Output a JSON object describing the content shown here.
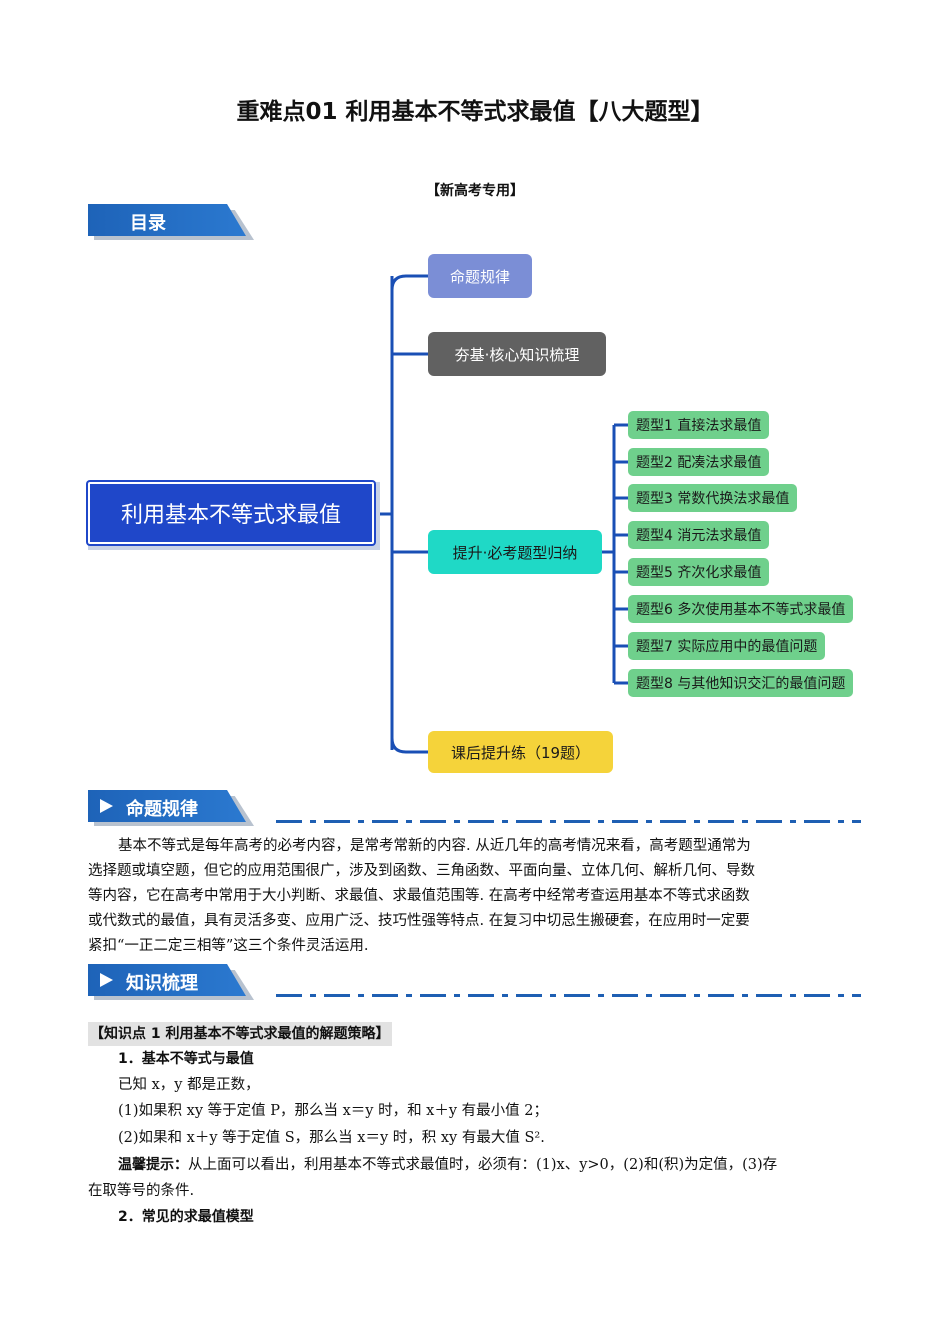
{
  "title": "重难点01 利用基本不等式求最值【八大题型】",
  "subtitle": "【新高考专用】",
  "toc_banner": "目录",
  "mindmap": {
    "root": "利用基本不等式求最值",
    "branches": [
      {
        "label": "命题规律",
        "color": "#7b8ed6"
      },
      {
        "label": "夯基·核心知识梳理",
        "color": "#616161"
      },
      {
        "label": "提升·必考题型归纳",
        "color": "#1fd9c6"
      },
      {
        "label": "课后提升练（19题）",
        "color": "#f5d33a"
      }
    ],
    "types": [
      "题型1 直接法求最值",
      "题型2 配凑法求最值",
      "题型3 常数代换法求最值",
      "题型4 消元法求最值",
      "题型5 齐次化求最值",
      "题型6 多次使用基本不等式求最值",
      "题型7 实际应用中的最值问题",
      "题型8 与其他知识交汇的最值问题"
    ]
  },
  "section1": {
    "banner": "命题规律",
    "lines": [
      "基本不等式是每年高考的必考内容，是常考常新的内容. 从近几年的高考情况来看，高考题型通常为",
      "选择题或填空题，但它的应用范围很广，涉及到函数、三角函数、平面向量、立体几何、解析几何、导数",
      "等内容，它在高考中常用于大小判断、求最值、求最值范围等. 在高考中经常考查运用基本不等式求函数",
      "或代数式的最值，具有灵活多变、应用广泛、技巧性强等特点. 在复习中切忌生搬硬套，在应用时一定要",
      "紧扣“一正二定三相等”这三个条件灵活运用."
    ]
  },
  "section2": {
    "banner": "知识梳理",
    "point_title": "【知识点 1  利用基本不等式求最值的解题策略】",
    "h1": "1．基本不等式与最值",
    "l1": "已知 x，y 都是正数，",
    "l2": "(1)如果积 xy 等于定值 P，那么当 x＝y 时，和 x＋y 有最小值 2；",
    "l3": "(2)如果和 x＋y 等于定值 S，那么当 x＝y 时，积 xy 有最大值 S².",
    "tip_label": "温馨提示：",
    "tip_text": "从上面可以看出，利用基本不等式求最值时，必须有：(1)x、y>0，(2)和(积)为定值，(3)存",
    "tip_text2": "在取等号的条件.",
    "h2": "2．常见的求最值模型"
  }
}
